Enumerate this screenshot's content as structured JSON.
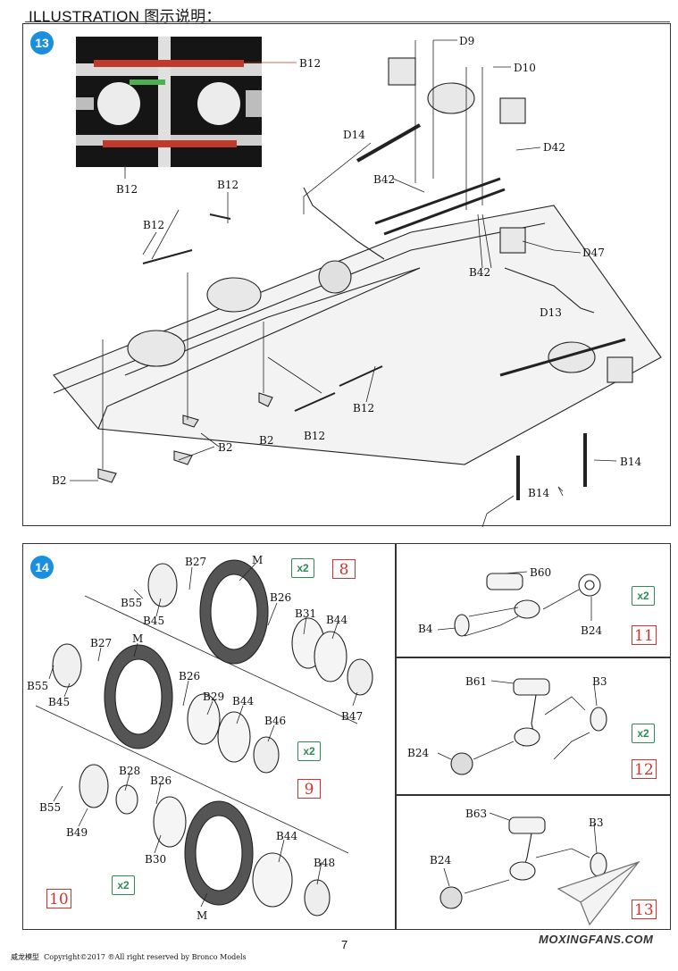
{
  "header": {
    "title": "ILLUSTRATION 图示说明："
  },
  "step13": {
    "number": "13",
    "labels": {
      "b12_photo_top": "B12",
      "b12_photo_bottom": "B12",
      "d9": "D9",
      "d10": "D10",
      "d14": "D14",
      "d42": "D42",
      "b42_a": "B42",
      "b42_b": "B42",
      "d47": "D47",
      "d13": "D13",
      "b12_a": "B12",
      "b12_b": "B12",
      "b12_c": "B12",
      "b12_d": "B12",
      "b2_a": "B2",
      "b2_b": "B2",
      "b2_c": "B2",
      "b14_a": "B14",
      "b14_b": "B14"
    }
  },
  "step14": {
    "number": "14",
    "labels": {
      "b27_a": "B27",
      "m_a": "M",
      "b55_a": "B55",
      "b45_a": "B45",
      "b26_a": "B26",
      "b31": "B31",
      "b44_a": "B44",
      "b47": "B47",
      "b27_b": "B27",
      "m_b": "M",
      "b55_b": "B55",
      "b45_b": "B45",
      "b26_b": "B26",
      "b29": "B29",
      "b44_b": "B44",
      "b46": "B46",
      "b28": "B28",
      "b26_c": "B26",
      "b55_c": "B55",
      "b49": "B49",
      "b30": "B30",
      "b44_c": "B44",
      "b48": "B48",
      "m_c": "M"
    },
    "qty": {
      "a": "x2",
      "b": "x2",
      "c": "x2"
    },
    "sets": {
      "a": "8",
      "b": "9",
      "c": "10"
    }
  },
  "sub11": {
    "labels": {
      "b60": "B60",
      "b4": "B4",
      "b24": "B24"
    },
    "qty": "x2",
    "set": "11"
  },
  "sub12": {
    "labels": {
      "b61": "B61",
      "b3": "B3",
      "b24": "B24"
    },
    "qty": "x2",
    "set": "12"
  },
  "sub13": {
    "labels": {
      "b63": "B63",
      "b3": "B3",
      "b24": "B24"
    },
    "set": "13"
  },
  "footer": {
    "brand_cn": "威龙模型",
    "copyright": "Copyright©2017 ®All right reserved by Bronco Models",
    "page": "7",
    "watermark": "MOXINGFANS.COM"
  },
  "colors": {
    "step_badge": "#1a8fe0",
    "qty_green": "#2e8b57",
    "set_red": "#d2332c",
    "part_red": "#c0392b",
    "part_green": "#4caf50"
  }
}
